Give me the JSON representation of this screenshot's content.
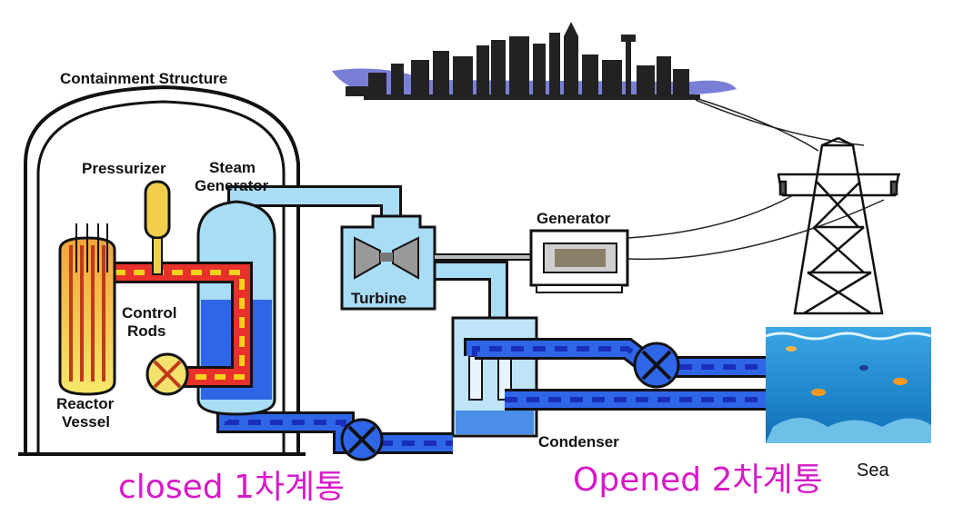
{
  "labels": {
    "containment_structure": "Containment Structure",
    "pressurizer": "Pressurizer",
    "steam_generator_line1": "Steam",
    "steam_generator_line2": "Generator",
    "generator": "Generator",
    "turbine": "Turbine",
    "control_rods_line1": "Control",
    "control_rods_line2": "Rods",
    "reactor_vessel_line1": "Reactor",
    "reactor_vessel_line2": "Vessel",
    "condenser": "Condenser",
    "sea": "Sea"
  },
  "annotations": {
    "closed_loop": "closed 1차계통",
    "opened_loop": "Opened 2차계통"
  },
  "colors": {
    "primary_loop": "#e8312a",
    "primary_dash": "#f4d21c",
    "secondary_loop_water": "#2f66e8",
    "secondary_dash": "#1a2fb8",
    "steam": "#9fd3f0",
    "annotation": "#d61ac8",
    "city": "#222222",
    "sea": "#1f8fd6"
  }
}
